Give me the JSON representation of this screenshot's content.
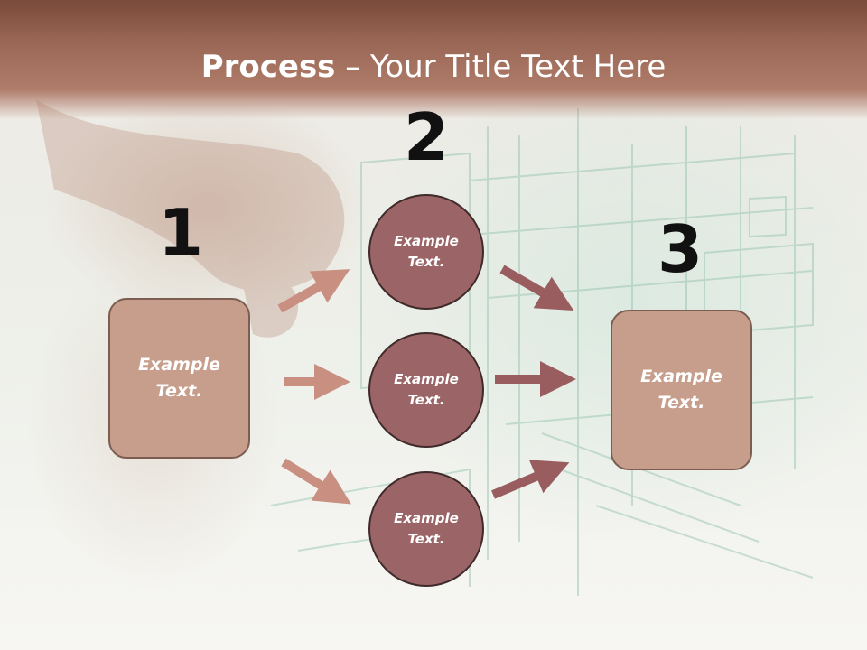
{
  "title": {
    "bold": "Process",
    "rest": " – Your Title Text Here"
  },
  "steps": {
    "one": {
      "number": "1",
      "text": "Example Text."
    },
    "two": {
      "number": "2"
    },
    "three": {
      "number": "3",
      "text": "Example Text."
    }
  },
  "circles": [
    {
      "text": "Example Text."
    },
    {
      "text": "Example Text."
    },
    {
      "text": "Example Text."
    }
  ],
  "colors": {
    "banner": "#9a6655",
    "box_fill": "#c79e8c",
    "circle_fill": "#9b6466",
    "arrow_left": "#c98f80",
    "arrow_right": "#995d60"
  }
}
